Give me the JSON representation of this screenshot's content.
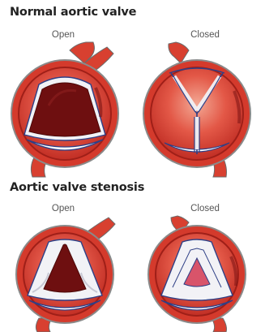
{
  "sections": [
    {
      "title": "Normal aortic valve",
      "open_label": "Open",
      "closed_label": "Closed"
    },
    {
      "title": "Aortic valve stenosis",
      "open_label": "Open",
      "closed_label": "Closed"
    }
  ],
  "colors": {
    "vessel_red": "#d43a2c",
    "vessel_dark": "#9f1f18",
    "opening_dark": "#6e0f10",
    "leaflet_white": "#f2f2f6",
    "leaflet_blue": "#2e3f86",
    "highlight_pink": "#f29a86"
  }
}
